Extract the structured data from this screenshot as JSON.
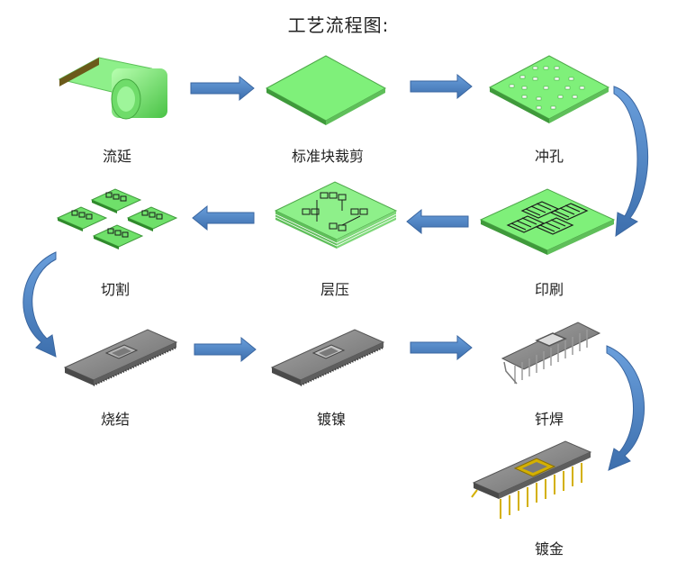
{
  "title": "工艺流程图:",
  "steps": [
    {
      "label": "流延"
    },
    {
      "label": "标准块裁剪"
    },
    {
      "label": "冲孔"
    },
    {
      "label": "切割"
    },
    {
      "label": "层压"
    },
    {
      "label": "印刷"
    },
    {
      "label": "烧结"
    },
    {
      "label": "镀镍"
    },
    {
      "label": "钎焊"
    },
    {
      "label": "镀金"
    }
  ],
  "colors": {
    "tape": "#7ff07a",
    "tape_dark": "#4fc04a",
    "arrow": "#4f83c4",
    "package": "#8a8a8a",
    "gold": "#d4b000"
  }
}
